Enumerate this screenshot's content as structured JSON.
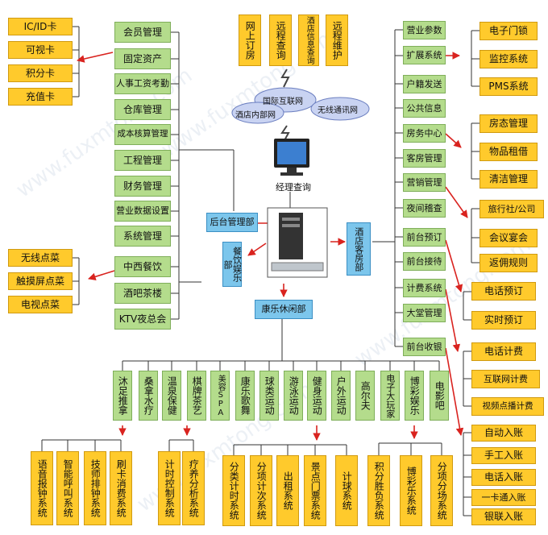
{
  "watermark": "www.fuxmtong.com",
  "left_cards": [
    "IC/ID卡",
    "可视卡",
    "积分卡",
    "充值卡"
  ],
  "left_order": [
    "无线点菜",
    "触摸屏点菜",
    "电视点菜"
  ],
  "mgmt": [
    "会员管理",
    "固定资产",
    "人事工资考勤",
    "仓库管理",
    "成本核算管理",
    "工程管理",
    "财务管理",
    "营业数据设置",
    "系统管理",
    "中西餐饮",
    "酒吧茶楼",
    "KTV夜总会"
  ],
  "top_yellow": [
    "网上订房",
    "远程查询",
    "酒店信息查询",
    "远程维护"
  ],
  "network": {
    "internet": "国际互联网",
    "wireless": "无线通讯网",
    "intranet": "酒店内部网"
  },
  "manager_query": "经理查询",
  "backoffice": "后台管理部",
  "catering_dept": "餐饮娱乐部",
  "hotel_dept": "酒店客房部",
  "recreation_dept": "康乐休闲部",
  "right_green": [
    "营业参数",
    "扩展系统",
    "户籍发送",
    "公共信息",
    "房务中心",
    "客房管理",
    "营销管理",
    "夜间稽查",
    "前台预订",
    "前台接待",
    "计费系统",
    "大堂管理",
    "前台收银"
  ],
  "ext_sys": [
    "电子门锁",
    "监控系统",
    "PMS系统"
  ],
  "housekeeping": [
    "房态管理",
    "物品租借",
    "清洁管理"
  ],
  "marketing": [
    "旅行社/公司",
    "会议宴会",
    "返佣规则"
  ],
  "reservation": [
    "电话预订",
    "实时预订"
  ],
  "billing": [
    "电话计费",
    "互联网计费",
    "视频点播计费"
  ],
  "cashier": [
    "自动入账",
    "手工入账",
    "电话入账",
    "一卡通入账",
    "银联入账"
  ],
  "recreation": [
    "沐足推拿",
    "桑拿水疗",
    "温泉保健",
    "棋牌茶艺",
    "美容SPA",
    "康乐歌舞",
    "球类运动",
    "游泳运动",
    "健身运动",
    "户外运动",
    "高尔夫",
    "电子大玩家",
    "博彩娱乐",
    "电影吧"
  ],
  "bottom_a": [
    "语音报钟系统",
    "智能呼叫系统",
    "技师排钟系统",
    "刷卡消费系统"
  ],
  "bottom_b": [
    "计时控制系统",
    "疗养分析系统"
  ],
  "bottom_c": [
    "分类计时系统",
    "分项计次系统",
    "出租系统",
    "景点门票系统",
    "计球系统"
  ],
  "bottom_d": [
    "积分胜负系统",
    "博彩乐系统",
    "分项分场系统"
  ]
}
